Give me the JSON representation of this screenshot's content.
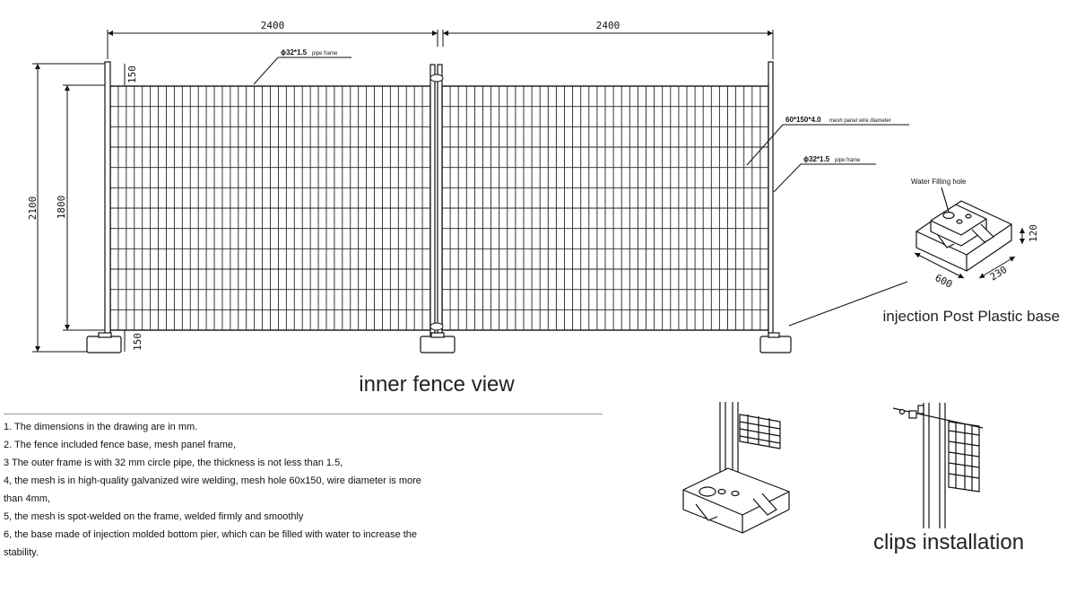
{
  "dimensions": {
    "top_width_left": "2400",
    "top_width_right": "2400",
    "total_height": "2100",
    "mesh_height": "1800",
    "top_gap": "150",
    "bottom_gap": "150"
  },
  "callouts": {
    "pipe_top": {
      "spec": "ϕ32*1.5",
      "desc": "pipe frame"
    },
    "mesh": {
      "spec": "60*150*4.0",
      "desc": "mesh panel wire diameter"
    },
    "pipe_right": {
      "spec": "ϕ32*1.5",
      "desc": "pipe frame"
    }
  },
  "base": {
    "hole_label": "Water Filling hole",
    "length": "600",
    "width": "230",
    "height": "120",
    "caption": "injection Post Plastic base"
  },
  "captions": {
    "inner_view": "inner fence view",
    "clips": "clips installation"
  },
  "notes": [
    "1. The dimensions in the drawing are in mm.",
    "2. The fence included fence base, mesh panel frame,",
    "3 The outer frame is with 32 mm circle pipe, the thickness is not less than 1.5,",
    "4, the mesh is in high-quality galvanized wire welding, mesh hole 60x150, wire diameter is more",
    "than 4mm,",
    "5, the mesh is spot-welded on the frame, welded firmly and smoothly",
    "6, the base made of injection molded bottom pier, which can be filled with water to increase the",
    "stability."
  ]
}
